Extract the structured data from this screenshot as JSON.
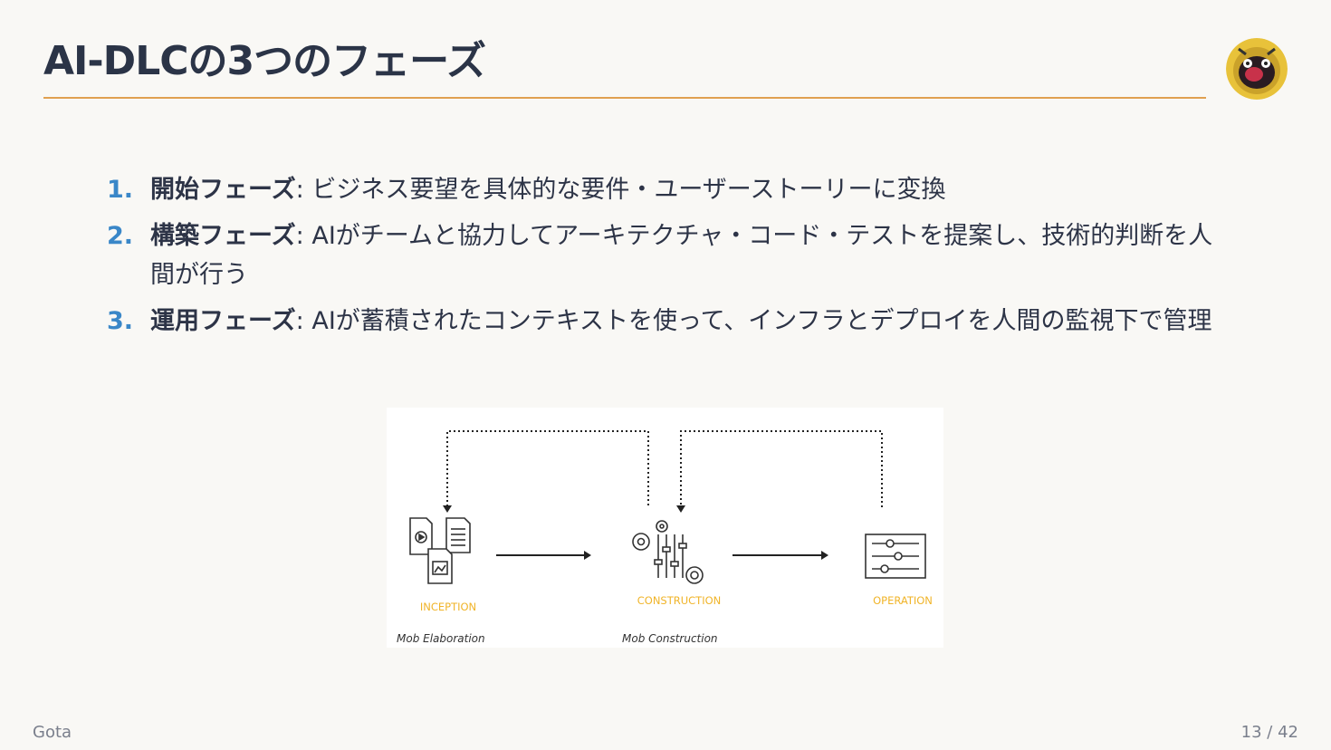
{
  "slide": {
    "title": "AI-DLCの3つのフェーズ"
  },
  "phases": [
    {
      "number": "1.",
      "name": "開始フェーズ",
      "separator": ": ",
      "description": "ビジネス要望を具体的な要件・ユーザーストーリーに変換"
    },
    {
      "number": "2.",
      "name": "構築フェーズ",
      "separator": ": ",
      "description": "AIがチームと協力してアーキテクチャ・コード・テストを提案し、技術的判断を人間が行う"
    },
    {
      "number": "3.",
      "name": "運用フェーズ",
      "separator": ": ",
      "description": "AIが蓄積されたコンテキストを使って、インフラとデプロイを人間の監視下で管理"
    }
  ],
  "diagram": {
    "stages": [
      {
        "label": "INCEPTION",
        "subtitle": "Mob Elaboration"
      },
      {
        "label": "CONSTRUCTION",
        "subtitle": "Mob Construction"
      },
      {
        "label": "OPERATION",
        "subtitle": ""
      }
    ],
    "label_color": "#f0b429"
  },
  "footer": {
    "author": "Gota",
    "page": "13 / 42"
  },
  "colors": {
    "accent_rule": "#e0a050",
    "list_number": "#3a87c8",
    "text": "#2d3447",
    "background": "#f9f8f5"
  }
}
